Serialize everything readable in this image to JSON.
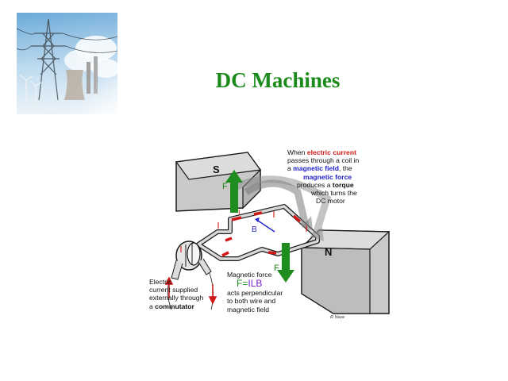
{
  "slide": {
    "title": "DC Machines",
    "photo_icon": "power-plant-photo"
  },
  "diagram": {
    "pole_s": "S",
    "pole_n": "N",
    "force_label_top": "F",
    "force_label_bottom": "F",
    "current_label": "I",
    "field_label": "B",
    "caption_top": {
      "l1": "When ",
      "l1_red": "electric current",
      "l2": "passes through a  coil in",
      "l3a": "a ",
      "l3_blue": "magnetic field",
      "l3b": ", the",
      "l4_blue": "magnetic force",
      "l5a": "produces a ",
      "l5_bold": "torque",
      "l6": "which turns the",
      "l7": "DC motor"
    },
    "caption_left": {
      "l1": "Electric",
      "l2": "current supplied",
      "l3": "externally through",
      "l4a": "a ",
      "l4_bold": "commutator"
    },
    "caption_bottom": {
      "l1": "Magnetic force",
      "formula_f": "F",
      "formula_eq": "=",
      "formula_ilb": "ILB",
      "l3": "acts perpendicular",
      "l4": "to both wire and",
      "l5": "magnetic field"
    },
    "credit": "R Nave",
    "colors": {
      "title": "#1a8a1a",
      "force_arrow": "#1e8c1e",
      "current": "#d01818",
      "field": "#2222cc",
      "magnet": "#c8c8c8"
    }
  }
}
